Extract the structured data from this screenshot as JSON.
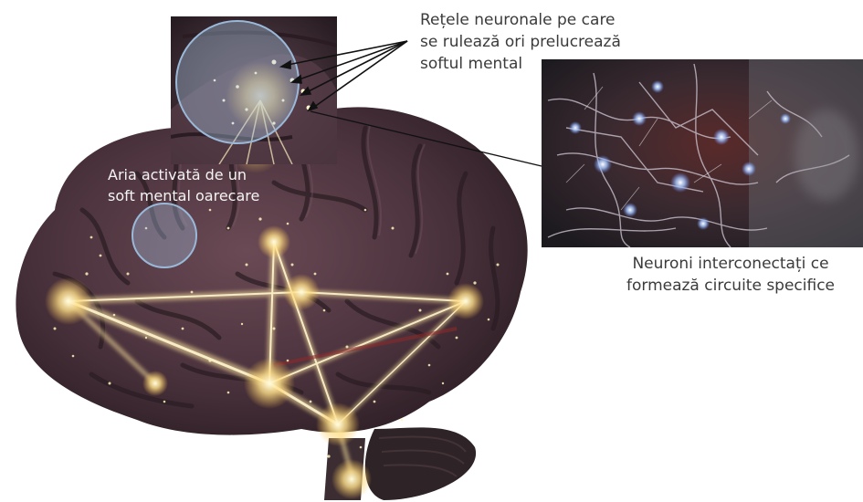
{
  "labels": {
    "retele": {
      "lines": [
        "Rețele neuronale pe care",
        "se rulează ori prelucrează",
        "softul mental"
      ]
    },
    "aria": {
      "lines": [
        "Aria activată de un",
        "soft mental oarecare"
      ]
    },
    "neuroni": {
      "lines": [
        "Neuroni interconectați ce",
        "formează circuite specifice"
      ]
    }
  },
  "colors": {
    "brain": "#4a323c",
    "glow": "#ffe7a0",
    "highlight_circle": "#a9c7e6",
    "text": "#3b3b3b",
    "neuron_bg": "#2a2328"
  }
}
